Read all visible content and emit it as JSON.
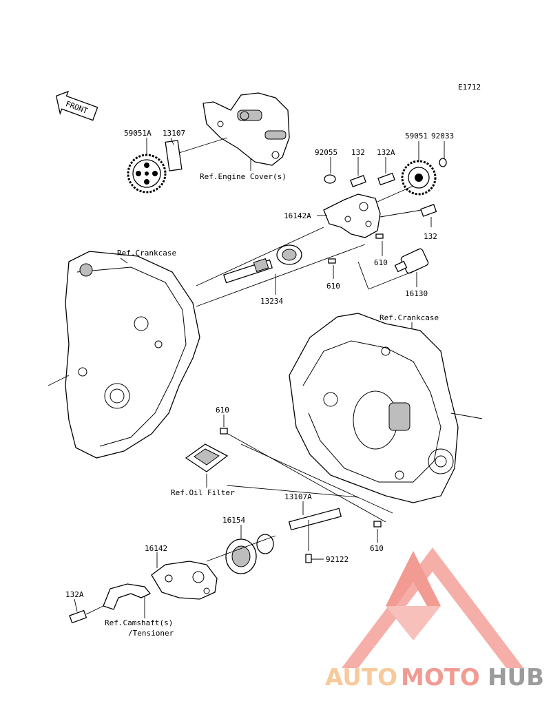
{
  "diagram_code": "E1712",
  "front_label": "FRONT",
  "labels": {
    "p59051A": "59051A",
    "p13107": "13107",
    "ref_engine_cover": "Ref.Engine Cover(s)",
    "p92055": "92055",
    "p132_top": "132",
    "p132A_top": "132A",
    "p59051": "59051",
    "p92033": "92033",
    "p16142A": "16142A",
    "p132_right": "132",
    "p610_upper": "610",
    "p610_mid": "610",
    "p16130": "16130",
    "p13234": "13234",
    "ref_crankcase_left": "Ref.Crankcase",
    "ref_crankcase_right": "Ref.Crankcase",
    "p610_left": "610",
    "ref_oil_filter": "Ref.Oil Filter",
    "p13107A": "13107A",
    "p16154": "16154",
    "p16142": "16142",
    "p92122": "92122",
    "p610_lower": "610",
    "p132A_bottom": "132A",
    "ref_camshaft": "Ref.Camshaft(s)",
    "ref_tensioner": "/Tensioner"
  },
  "watermark": {
    "text_auto": "AUTO",
    "text_moto": "MOTO",
    "text_hub": "HUB",
    "color_orange": "#f6c08a",
    "color_red": "#f08a80",
    "color_gray": "#8a8a8a"
  }
}
